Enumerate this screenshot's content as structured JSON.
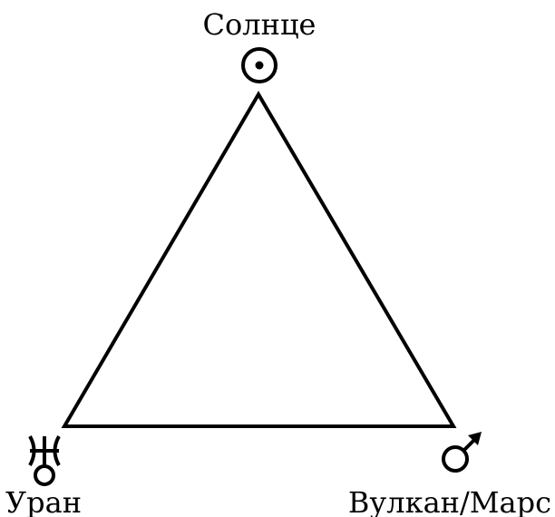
{
  "diagram": {
    "type": "triangle",
    "vertices": {
      "top": {
        "label": "Солнце",
        "icon": "sun-symbol-icon"
      },
      "bottom_left": {
        "label": "Уран",
        "icon": "uranus-symbol-icon"
      },
      "bottom_right": {
        "label": "Вулкан/Марс",
        "icon": "mars-symbol-icon"
      }
    },
    "colors": {
      "line": "#000000",
      "background": "#ffffff"
    }
  }
}
